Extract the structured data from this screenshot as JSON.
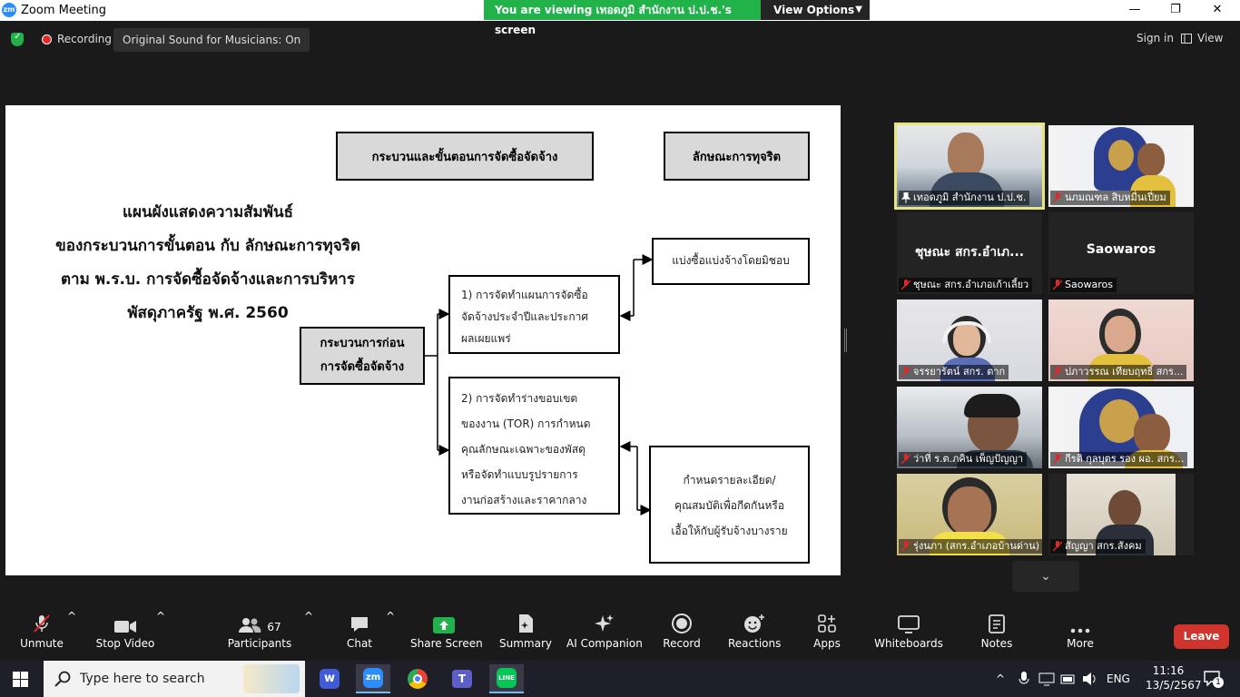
{
  "window": {
    "app_icon": "zm",
    "title": "Zoom Meeting",
    "controls": [
      "—",
      "❐",
      "✕"
    ]
  },
  "banner": {
    "message": "You are viewing เทอดภูมิ สำนักงาน ป.ป.ช.'s screen",
    "view_options": "View Options"
  },
  "topbar": {
    "recording": "Recording",
    "original_sound": "Original Sound for Musicians: On",
    "sign_in": "Sign in",
    "view": "View"
  },
  "slide": {
    "header_left": "กระบวนและขั้นตอนการจัดซื้อจัดจ้าง",
    "header_right": "ลักษณะการทุจริต",
    "title_lines": [
      "แผนผังแสดงความสัมพันธ์",
      "ของกระบวนการขั้นตอน กับ ลักษณะการทุจริต",
      "ตาม พ.ร.บ. การจัดซื้อจัดจ้างและการบริหาร",
      "พัสดุภาครัฐ พ.ศ. 2560"
    ],
    "process_box": [
      "กระบวนการก่อน",
      "การจัดซื้อจัดจ้าง"
    ],
    "step1": [
      "1) การจัดทำแผนการจัดซื้อ",
      "จัดจ้างประจำปีและประกาศ",
      "ผลเผยแพร่"
    ],
    "step2": [
      "2) การจัดทำร่างขอบเขต",
      "ของงาน (TOR) การกำหนด",
      "คุณลักษณะเฉพาะของพัสดุ",
      "หรือจัดทำแบบรูปรายการ",
      "งานก่อสร้างและราคากลาง"
    ],
    "fraud1": "แบ่งซื้อแบ่งจ้างโดยมิชอบ",
    "fraud2": [
      "กำหนดรายละเอียด/",
      "คุณสมบัติเพื่อกีดกันหรือ",
      "เอื้อให้กับผู้รับจ้างบางราย"
    ]
  },
  "gallery": {
    "tiles": [
      {
        "name": "เทอดภูมิ สำนักงาน ป.ป.ช.",
        "mic": "pin-icon",
        "video": true,
        "active": true
      },
      {
        "name": "นภมณฑล สิบหมื่นเปี่ยม",
        "mic": "muted-mic-icon",
        "video": true
      },
      {
        "name": "ชุษณะ สกร.อำเภอเก้าเลี้ยว",
        "mic": "muted-mic-icon",
        "video": false,
        "big": "ชุษณะ สกร.อำเภ..."
      },
      {
        "name": "Saowaros",
        "mic": "muted-mic-icon",
        "video": false,
        "big": "Saowaros"
      },
      {
        "name": "จรรยารัตน์ สกร. ตาก",
        "mic": "muted-mic-icon",
        "video": true
      },
      {
        "name": "ปภาวรรณ เทียบฤทธิ์ สกร...",
        "mic": "muted-mic-icon",
        "video": true
      },
      {
        "name": "ว่าที่ ร.ต.ภคิน เพ็ญปัญญา",
        "mic": "muted-mic-icon",
        "video": true
      },
      {
        "name": "กีรติ กุลบุตร รอง ผอ. สกร...",
        "mic": "muted-mic-icon",
        "video": true
      },
      {
        "name": "รุ่งนภา (สกร.อำเภอบ้านด่าน)",
        "mic": "muted-mic-icon",
        "video": true
      },
      {
        "name": "สัญญา สกร.สังคม",
        "mic": "muted-mic-icon",
        "video": true
      }
    ],
    "scroll_down": "⌄"
  },
  "toolbar": {
    "unmute": "Unmute",
    "stop_video": "Stop Video",
    "participants": "Participants",
    "participants_count": "67",
    "chat": "Chat",
    "share_screen": "Share Screen",
    "summary": "Summary",
    "ai_companion": "AI Companion",
    "record": "Record",
    "reactions": "Reactions",
    "apps": "Apps",
    "whiteboards": "Whiteboards",
    "notes": "Notes",
    "more": "More",
    "leave": "Leave"
  },
  "taskbar": {
    "search_placeholder": "Type here to search",
    "language": "ENG",
    "time": "11:16",
    "date": "13/5/2567",
    "notifications": "1"
  },
  "colors": {
    "zoom_blue": "#2d8cff",
    "banner_green": "#21b34a",
    "leave_red": "#d0342c",
    "share_green": "#22b14c"
  }
}
